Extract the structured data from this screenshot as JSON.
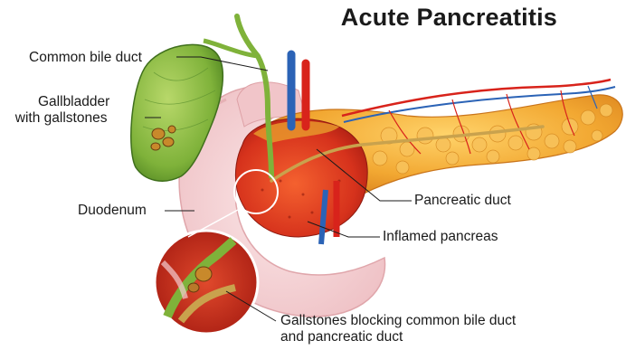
{
  "title": "Acute Pancreatitis",
  "labels": {
    "common_bile_duct": "Common bile duct",
    "gallbladder_line1": "Gallbladder",
    "gallbladder_line2": "with gallstones",
    "duodenum": "Duodenum",
    "pancreatic_duct": "Pancreatic duct",
    "inflamed_pancreas": "Inflamed pancreas",
    "gallstones_line1": "Gallstones blocking common bile duct",
    "gallstones_line2": "and pancreatic duct"
  },
  "colors": {
    "pancreas": "#f0a531",
    "pancreas_inflamed": "#d8321c",
    "gallbladder": "#7fb23a",
    "duodenum": "#f3cdd0",
    "artery": "#d8231b",
    "vein": "#2b63b6",
    "duct": "#c9a24d"
  }
}
